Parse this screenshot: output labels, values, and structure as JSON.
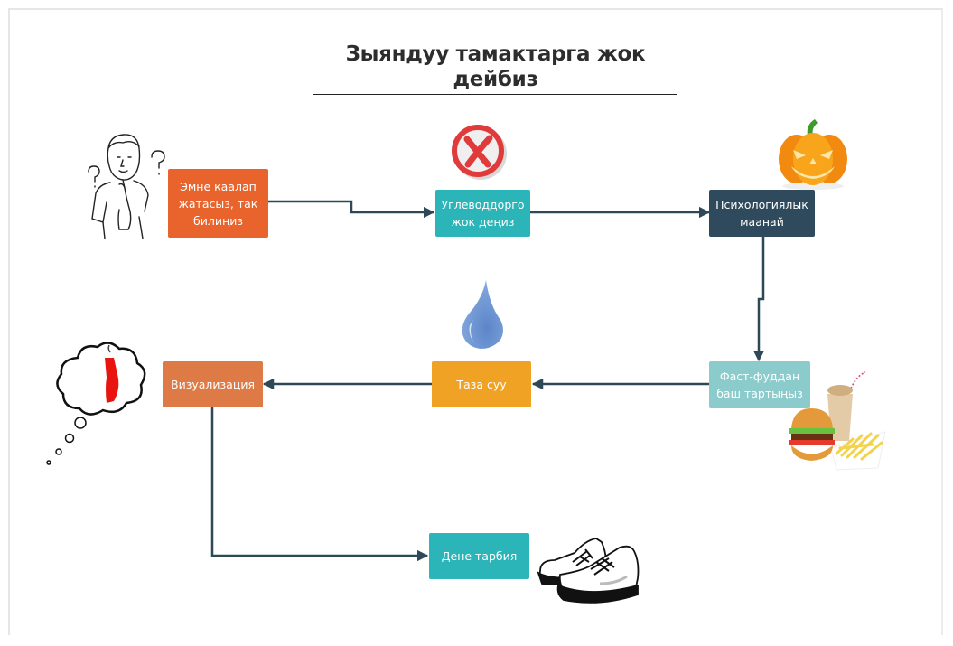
{
  "diagram": {
    "title": "Зыяндуу тамактарга жок дейбиз",
    "connector_color": "#2f4858",
    "nodes": [
      {
        "id": "know-wants",
        "lines": [
          "Эмне каалап",
          "жатасыз, так",
          "билиңиз"
        ],
        "color": "#e8642c",
        "image": "thinking-boy-icon"
      },
      {
        "id": "no-carbs",
        "lines": [
          "Углеводдорго",
          "жок деңиз"
        ],
        "color": "#2bb5b8",
        "image": "red-x-icon"
      },
      {
        "id": "psych-mood",
        "lines": [
          "Психологиялык",
          "маанай"
        ],
        "color": "#2e4a5c",
        "image": "jack-o-lantern-icon"
      },
      {
        "id": "refuse-fastfood",
        "lines": [
          "Фаст-фуддан",
          "баш тартыңыз"
        ],
        "color": "#8ccbcc",
        "image": "fast-food-icon"
      },
      {
        "id": "clean-water",
        "lines": [
          "Таза суу"
        ],
        "color": "#f0a224",
        "image": "water-drop-icon"
      },
      {
        "id": "visualization",
        "lines": [
          "Визуализация"
        ],
        "color": "#dd7a45",
        "image": "thought-bubble-dress-icon"
      },
      {
        "id": "physical-ed",
        "lines": [
          "Дене тарбия"
        ],
        "color": "#2bb5b8",
        "image": "sneakers-icon"
      }
    ],
    "edges": [
      {
        "from": "know-wants",
        "to": "no-carbs"
      },
      {
        "from": "no-carbs",
        "to": "psych-mood"
      },
      {
        "from": "psych-mood",
        "to": "refuse-fastfood"
      },
      {
        "from": "refuse-fastfood",
        "to": "clean-water"
      },
      {
        "from": "clean-water",
        "to": "visualization"
      },
      {
        "from": "visualization",
        "to": "physical-ed"
      }
    ]
  }
}
